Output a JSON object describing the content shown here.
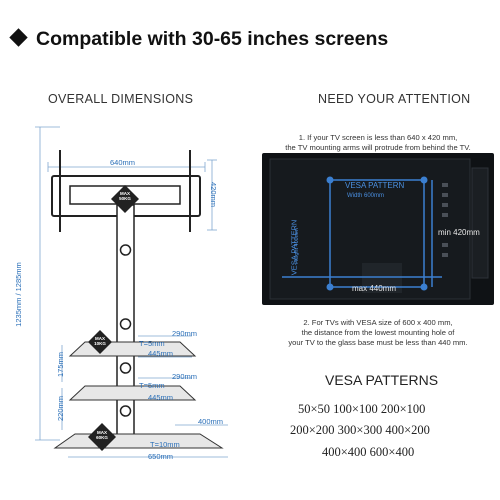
{
  "header": {
    "title": "Compatible with 30-65 inches screens"
  },
  "left_panel": {
    "title": "OVERALL DIMENSIONS",
    "labels": {
      "width_top": "640mm",
      "height_right": "420mm",
      "height_left": "1235mm / 1285mm",
      "shelf1_width": "290mm",
      "shelf1_t": "T=5mm",
      "shelf1_depth": "445mm",
      "gap1": "175mm",
      "shelf2_width": "290mm",
      "shelf2_t": "T=5mm",
      "shelf2_depth": "445mm",
      "gap2": "220mm",
      "base_depth": "400mm",
      "base_t": "T=10mm",
      "base_width": "650mm"
    },
    "badges": {
      "top_max": "MAX",
      "top_kg": "50KG",
      "shelf_max": "MAX",
      "shelf_kg": "10KG",
      "base_max": "MAX",
      "base_kg": "60KG"
    }
  },
  "right_panel": {
    "title": "NEED YOUR ATTENTION",
    "note1_line1": "1. If your TV screen is less than 640 x 420 mm,",
    "note1_line2": "the TV mounting arms will protrude from behind the TV.",
    "tv": {
      "vesa_top_label": "VESA PATTERN",
      "vesa_top_values": "Width    600mm",
      "vesa_side_label": "VESA PATTERN",
      "vesa_side_values": "Height   400mm",
      "min_label": "min 420mm",
      "max_label": "max 440mm"
    },
    "note2_line1": "2. For TVs with VESA size of 600 x 400 mm,",
    "note2_line2": "the distance from the lowest mounting hole of",
    "note2_line3": "your TV to the glass base must be less than 440 mm.",
    "vesa_title": "VESA PATTERNS",
    "vesa_rows": [
      "50×50   100×100   200×100",
      "200×200   300×300   400×200",
      "400×400   600×400"
    ]
  },
  "colors": {
    "dimension_blue": "#2a6fb8",
    "tv_body": "#0f1215",
    "text": "#222222"
  }
}
